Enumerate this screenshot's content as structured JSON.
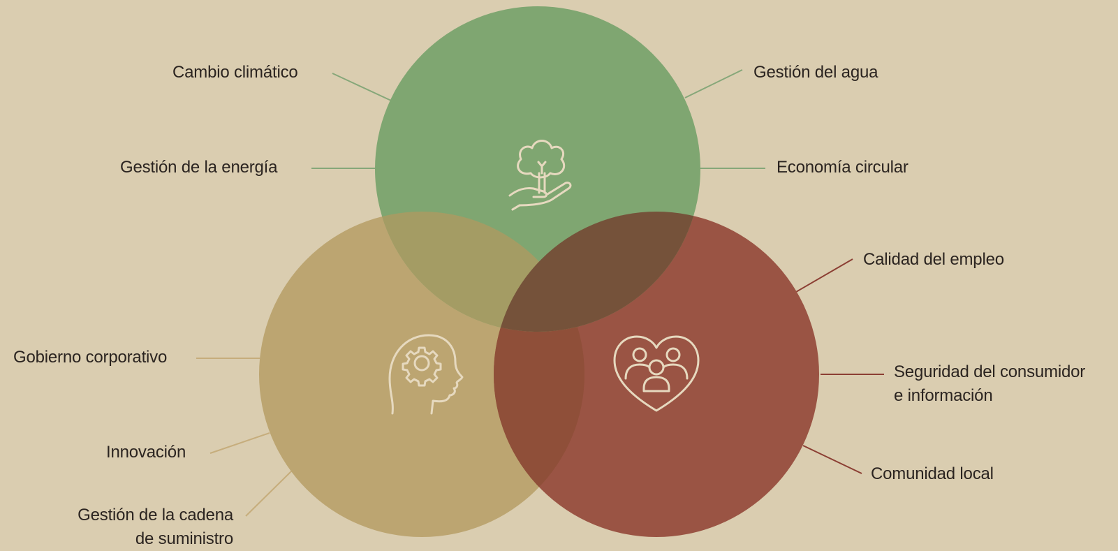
{
  "diagram": {
    "circles": [
      {
        "id": "environment",
        "color": "#7fa671",
        "icon": "tree-in-hand-icon"
      },
      {
        "id": "governance",
        "color": "#bca571",
        "icon": "head-with-gear-icon"
      },
      {
        "id": "social",
        "color": "#9a5444",
        "icon": "heart-with-people-icon"
      }
    ],
    "overlap_colors": {
      "environment_governance": "#a49c64",
      "environment_social": "#75523a",
      "governance_social": "#8f4f39"
    },
    "line_colors": {
      "environment": "#86a779",
      "governance": "#c6ad7c",
      "social": "#8b3e33"
    },
    "icon_stroke": "#e6d9bf"
  },
  "labels": {
    "environment": {
      "cambio": "Cambio climático",
      "energia": "Gestión de la energía",
      "agua": "Gestión del agua",
      "economia": "Economía circular"
    },
    "governance": {
      "gobierno": "Gobierno corporativo",
      "innovacion": "Innovación",
      "cadena_l1": "Gestión de la cadena",
      "cadena_l2": "de suministro"
    },
    "social": {
      "empleo": "Calidad del empleo",
      "consumidor_l1": "Seguridad del consumidor",
      "consumidor_l2": "e información",
      "comunidad": "Comunidad local"
    }
  }
}
